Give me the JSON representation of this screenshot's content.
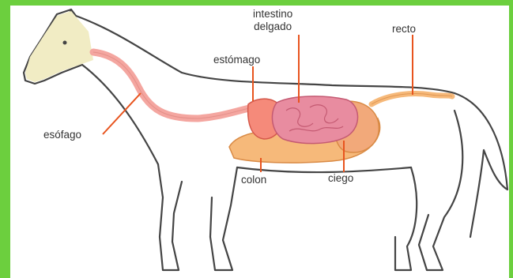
{
  "labels": {
    "intestino_delgado": [
      "intestino",
      "delgado"
    ],
    "recto": "recto",
    "estomago": "estómago",
    "esofago": "esófago",
    "colon": "colon",
    "ciego": "ciego"
  },
  "colors": {
    "frame": "#6ccf3e",
    "leader_line": "#e8541e",
    "esophagus": "#f4a6a0",
    "stomach": "#f58a7a",
    "small_intestine": "#e88ca0",
    "colon": "#f6b97a",
    "outline": "#444444"
  }
}
